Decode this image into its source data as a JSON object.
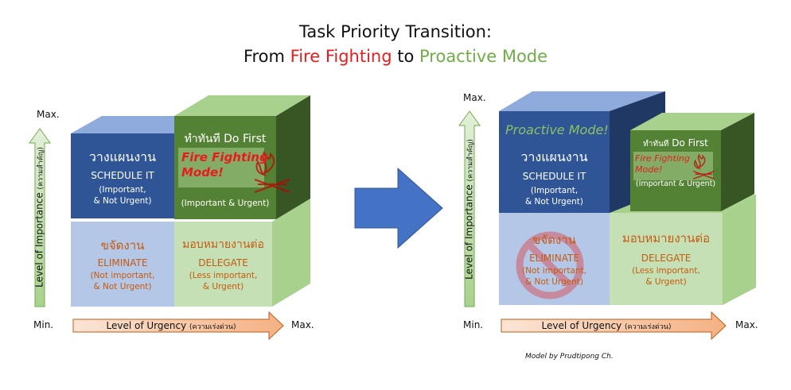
{
  "title": {
    "line1": "Task Priority Transition:",
    "line2_prefix": "From ",
    "line2_fire": "Fire Fighting",
    "line2_mid": " to ",
    "line2_proactive": "Proactive Mode"
  },
  "colors": {
    "blue_dark": "#2f5597",
    "blue_light": "#b4c7e7",
    "green_dark": "#548235",
    "green_light": "#c5e0b4",
    "fire_red": "#e81c1c",
    "proactive_green": "#70ad47",
    "orange_text": "#c55a11"
  },
  "left": {
    "schedule": {
      "thai": "วางแผนงาน",
      "en": "SCHEDULE IT",
      "sub1": "(Important,",
      "sub2": "& Not Urgent)"
    },
    "do_first": {
      "thai": "ทำทันที",
      "en": "Do First",
      "mode1": "Fire Fighting",
      "mode2": "Mode!",
      "sub": "(Important & Urgent)"
    },
    "eliminate": {
      "thai": "ขจัดงาน",
      "en": "ELIMINATE",
      "sub1": "(Not important,",
      "sub2": "& Not Urgent)"
    },
    "delegate": {
      "thai": "มอบหมายงานต่อ",
      "en": "DELEGATE",
      "sub1": "(Less important,",
      "sub2": "& Urgent)"
    },
    "axis": {
      "max_y": "Max.",
      "min": "Min.",
      "max_x": "Max.",
      "importance": "Level of Importance",
      "importance_thai": "(ความสำคัญ)",
      "urgency": "Level of Urgency",
      "urgency_thai": "(ความเร่งด่วน)"
    }
  },
  "right": {
    "schedule": {
      "mode": "Proactive Mode!",
      "thai": "วางแผนงาน",
      "en": "SCHEDULE IT",
      "sub1": "(Important,",
      "sub2": "& Not Urgent)"
    },
    "do_first": {
      "thai": "ทำทันที",
      "en": "Do First",
      "mode1": "Fire Fighting",
      "mode2": "Mode!",
      "sub": "(Important & Urgent)"
    },
    "eliminate": {
      "thai": "ขจัดงาน",
      "en": "ELIMINATE",
      "sub1": "(Not important,",
      "sub2": "& Not Urgent)"
    },
    "delegate": {
      "thai": "มอบหมายงานต่อ",
      "en": "DELEGATE",
      "sub1": "(Less important,",
      "sub2": "& Urgent)"
    },
    "axis": {
      "max_y": "Max.",
      "min": "Min.",
      "max_x": "Max.",
      "importance": "Level of Importance",
      "importance_thai": "(ความสำคัญ)",
      "urgency": "Level of Urgency",
      "urgency_thai": "(ความเร่งด่วน)"
    }
  },
  "icons": {
    "fire": "fire-icon",
    "prohibit": "no-entry-icon",
    "transition": "right-arrow-icon"
  },
  "credit": "Model by Prudtipong Ch."
}
